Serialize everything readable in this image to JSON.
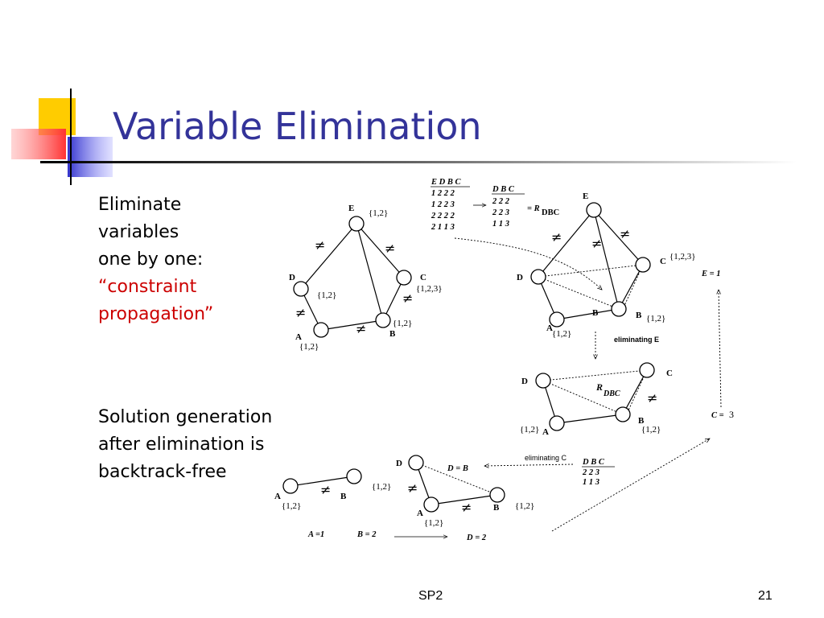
{
  "slide": {
    "title": "Variable Elimination",
    "intro_lines": [
      "Eliminate",
      "variables",
      "one by one:"
    ],
    "intro_highlight": [
      "“constraint",
      "propagation”"
    ],
    "outro_lines": [
      "Solution generation",
      "after elimination is",
      "backtrack-free"
    ],
    "footer_center": "SP2",
    "page_number": "21"
  },
  "diagram": {
    "nodes": {
      "E": "E",
      "D": "D",
      "C": "C",
      "A": "A",
      "B": "B"
    },
    "domains": {
      "one_two": "{1,2}",
      "one_two_three": "{1,2,3}"
    },
    "neq_symbol": "≠",
    "table_edbc": {
      "header": "E D B C",
      "rows": [
        "1  2  2  2",
        "1  2  2  3",
        "2  2  2  2",
        "2  1  1  3"
      ]
    },
    "table_dbc": {
      "header": "D B  C",
      "rows": [
        "2  2   2",
        "2  2   3",
        "1  1   3"
      ],
      "result": "= R",
      "result_sub": "DBC"
    },
    "relation_label": "R",
    "relation_sub": "DBC",
    "caption_eliminating_e": "eliminating E",
    "caption_eliminating_c": "eliminating C",
    "table_dbc_small": {
      "header": "D B  C",
      "rows": [
        "2  2  3",
        "1  1  3"
      ]
    },
    "constraint_db": "D = B",
    "assign_e": "E  = 1",
    "assign_c": "C =",
    "assign_c_value": "3",
    "assign_a": "A =1",
    "assign_b": "B = 2",
    "assign_d": "D = 2"
  }
}
